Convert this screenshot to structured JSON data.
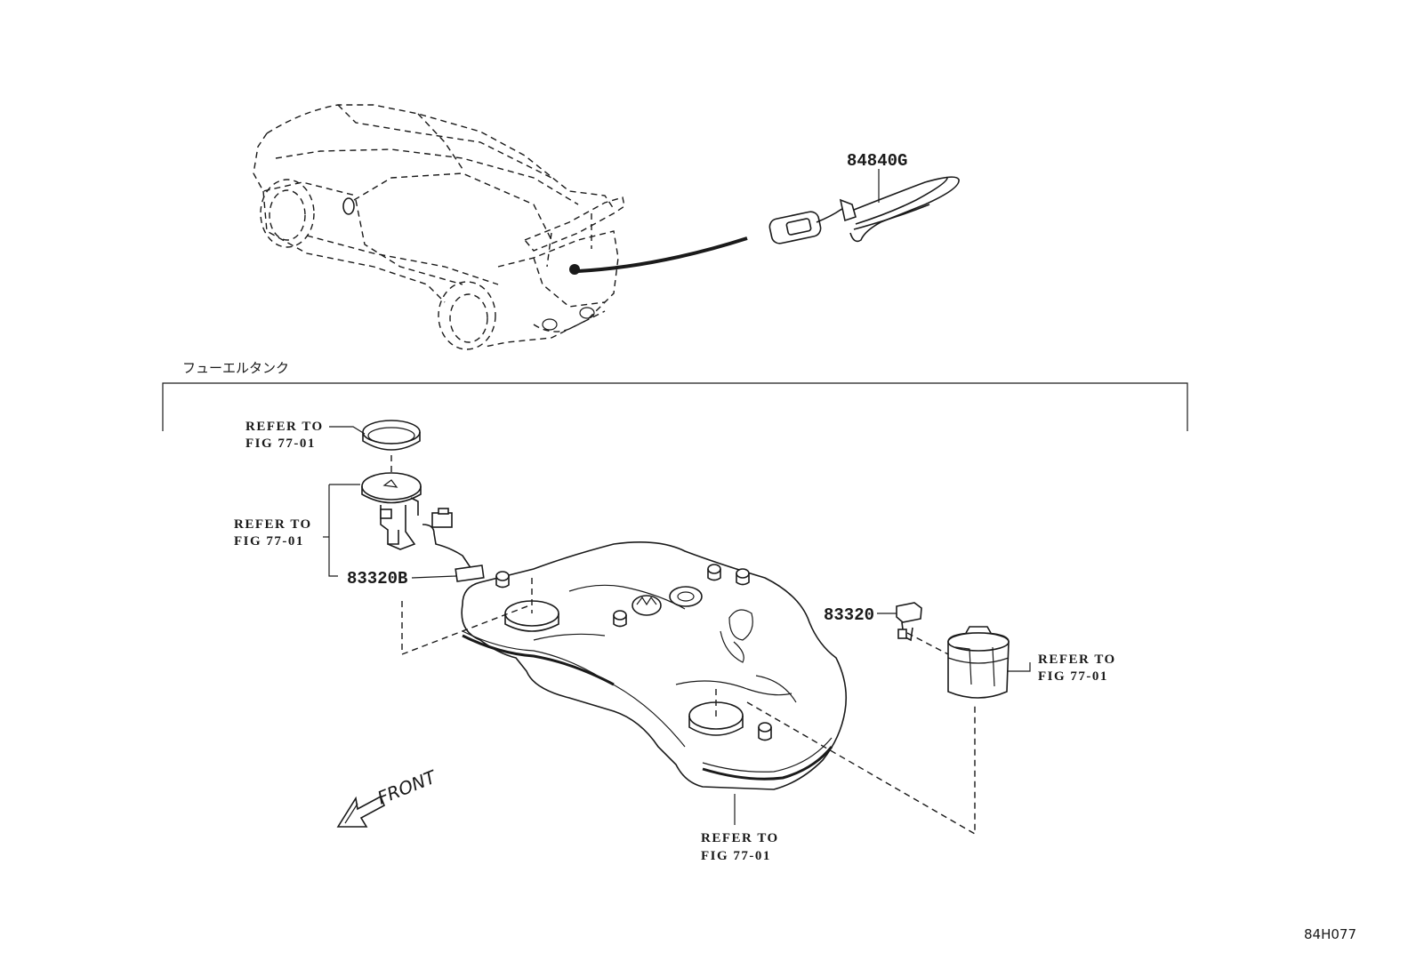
{
  "section_title": "フューエルタンク",
  "callouts": {
    "harness_part": "84840G",
    "gauge_unit_part": "83320B",
    "sensor_part": "83320",
    "refer_gasket_line1": "REFER TO",
    "refer_gasket_line2": "FIG 77-01",
    "refer_pump_line1": "REFER TO",
    "refer_pump_line2": "FIG 77-01",
    "refer_filter_line1": "REFER TO",
    "refer_filter_line2": "FIG 77-01",
    "refer_tank_line1": "REFER TO",
    "refer_tank_line2": "FIG 77-01"
  },
  "direction_label": "FRONT",
  "figure_code": "84H077",
  "colors": {
    "ink": "#1a1a1a",
    "background": "#ffffff"
  }
}
